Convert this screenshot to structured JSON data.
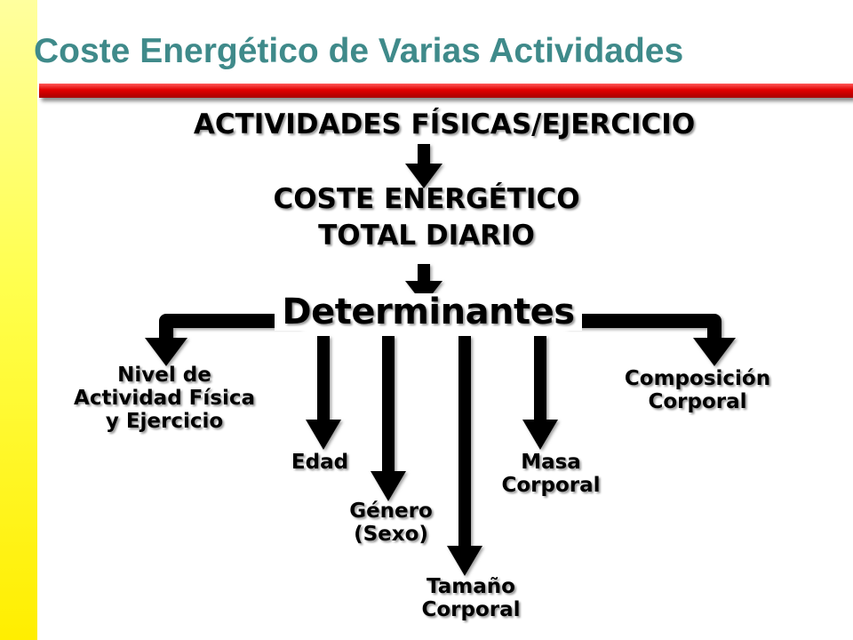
{
  "slide": {
    "title": "Coste Energético de Varias Actividades"
  },
  "diagram": {
    "source": "ACTIVIDADES FÍSICAS/EJERCICIO",
    "total_line1": "COSTE ENERGÉTICO",
    "total_line2": "TOTAL DIARIO",
    "determinants": "Determinantes",
    "nivel": [
      "Nivel de",
      "Actividad Física",
      "y Ejercicio"
    ],
    "composicion": [
      "Composición",
      "Corporal"
    ],
    "edad": [
      "Edad"
    ],
    "masa": [
      "Masa",
      "Corporal"
    ],
    "genero": [
      "Género",
      "(Sexo)"
    ],
    "tamano": [
      "Tamaño",
      "Corporal"
    ]
  },
  "colors": {
    "title": "#3f8a8a",
    "rule": "#e10000",
    "sidebar": "#ffff4d",
    "arrow": "#000000"
  }
}
